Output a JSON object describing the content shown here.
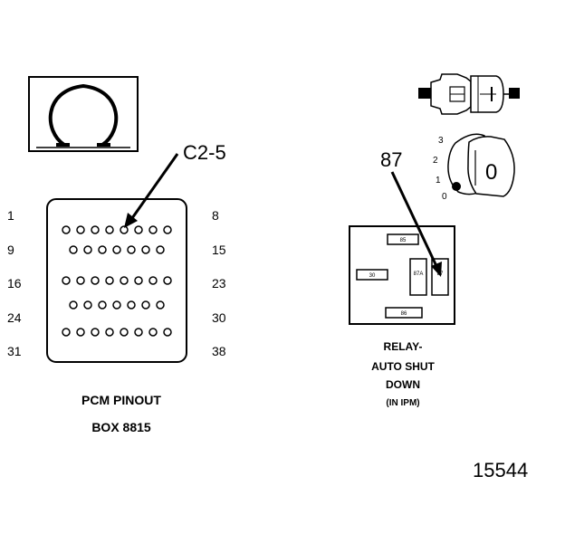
{
  "pcm": {
    "callout": "C2-5",
    "row_labels_left": [
      "1",
      "9",
      "16",
      "24",
      "31"
    ],
    "row_labels_right": [
      "8",
      "15",
      "23",
      "30",
      "38"
    ],
    "row_pin_counts": [
      8,
      7,
      8,
      7,
      8
    ],
    "caption_line1": "PCM PINOUT",
    "caption_line2": "BOX 8815"
  },
  "relay": {
    "callout": "87",
    "terminals": {
      "t85": "85",
      "t30": "30",
      "t87a": "87A",
      "t87": "87",
      "t86": "86"
    },
    "caption_lines": [
      "RELAY-",
      "AUTO SHUT",
      "DOWN",
      "(IN IPM)"
    ]
  },
  "switch": {
    "positions": [
      "3",
      "2",
      "1",
      "0"
    ],
    "knob_label": "0"
  },
  "figure_number": "15544"
}
